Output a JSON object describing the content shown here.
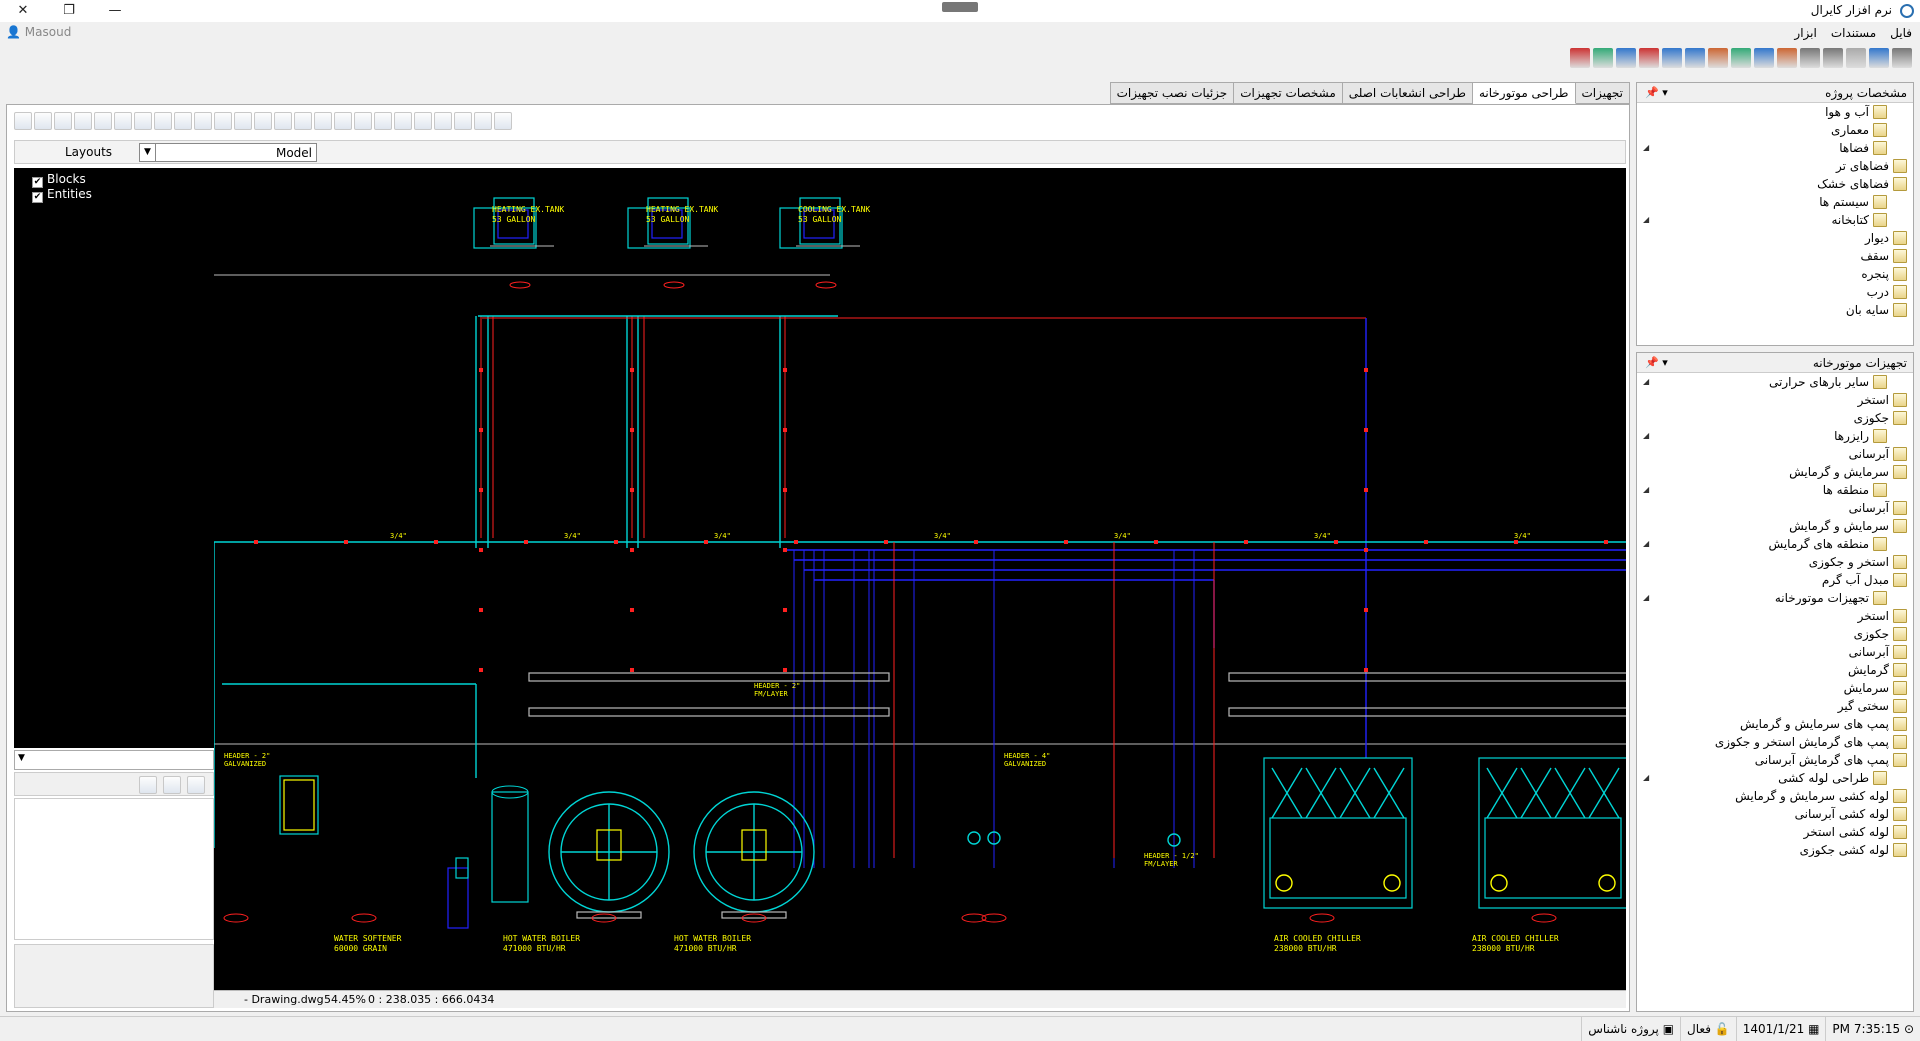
{
  "app": {
    "title": "نرم افزار کایرال",
    "user": "Masoud"
  },
  "menu": [
    "فایل",
    "مستندات",
    "ابزار"
  ],
  "tabs": [
    {
      "label": "تجهیزات",
      "active": false
    },
    {
      "label": "طراحی موتورخانه",
      "active": true
    },
    {
      "label": "طراحی انشعابات اصلی",
      "active": false
    },
    {
      "label": "مشخصات تجهیزات",
      "active": false
    },
    {
      "label": "جزئیات نصب تجهیزات",
      "active": false
    }
  ],
  "cad": {
    "layouts_label": "Layouts",
    "layouts_value": "Model",
    "tree": [
      {
        "label": "Blocks",
        "checked": true
      },
      {
        "label": "Entities",
        "checked": true
      }
    ],
    "status_file": " - Drawing.dwg",
    "status_zoom": "54.45%",
    "status_coords": "0 : 238.035 : 666.0434",
    "tank_labels": [
      [
        "HEATING EX.TANK",
        "53 GALLON"
      ],
      [
        "HEATING EX.TANK",
        "53 GALLON"
      ],
      [
        "COOLING EX.TANK",
        "53 GALLON"
      ]
    ],
    "equipment_labels": [
      [
        "WATER SOFTENER",
        "60000 GRAIN"
      ],
      [
        "HOT WATER BOILER",
        "471000 BTU/HR"
      ],
      [
        "HOT WATER BOILER",
        "471000 BTU/HR"
      ],
      [
        "AIR COOLED CHILLER",
        "238000 BTU/HR"
      ],
      [
        "AIR COOLED CHILLER",
        "238000 BTU/HR"
      ]
    ],
    "header_labels": [
      [
        "HEADER - 2\"",
        "GALVANIZED"
      ],
      [
        "HEADER - 2\"",
        "FM/LAYER"
      ],
      [
        "HEADER - 4\"",
        "GALVANIZED"
      ],
      [
        "HEADER - 1/2\"",
        "FM/LAYER"
      ]
    ]
  },
  "panel_project": {
    "title": "مشخصات پروژه",
    "items": [
      {
        "label": "آب و هوا",
        "level": 0,
        "exp": false
      },
      {
        "label": "معماری",
        "level": 0,
        "exp": false
      },
      {
        "label": "فضاها",
        "level": 0,
        "exp": true
      },
      {
        "label": "فضاهای تر",
        "level": 1,
        "exp": false
      },
      {
        "label": "فضاهای خشک",
        "level": 1,
        "exp": false
      },
      {
        "label": "سیستم ها",
        "level": 0,
        "exp": false
      },
      {
        "label": "کتابخانه",
        "level": 0,
        "exp": true
      },
      {
        "label": "دیوار",
        "level": 1,
        "exp": false
      },
      {
        "label": "سقف",
        "level": 1,
        "exp": false
      },
      {
        "label": "پنجره",
        "level": 1,
        "exp": false
      },
      {
        "label": "درب",
        "level": 1,
        "exp": false
      },
      {
        "label": "سایه بان",
        "level": 1,
        "exp": false
      }
    ]
  },
  "panel_equipment": {
    "title": "تجهیزات موتورخانه",
    "items": [
      {
        "label": "سایر بارهای حرارتی",
        "level": 0,
        "exp": true
      },
      {
        "label": "استخر",
        "level": 1,
        "exp": false
      },
      {
        "label": "جکوزی",
        "level": 1,
        "exp": false
      },
      {
        "label": "رایزرها",
        "level": 0,
        "exp": true
      },
      {
        "label": "آبرسانی",
        "level": 1,
        "exp": false
      },
      {
        "label": "سرمایش و گرمایش",
        "level": 1,
        "exp": false
      },
      {
        "label": "منطقه ها",
        "level": 0,
        "exp": true
      },
      {
        "label": "آبرسانی",
        "level": 1,
        "exp": false
      },
      {
        "label": "سرمایش و گرمایش",
        "level": 1,
        "exp": false
      },
      {
        "label": "منطقه های گرمایش",
        "level": 0,
        "exp": true
      },
      {
        "label": "استخر و جکوزی",
        "level": 1,
        "exp": false
      },
      {
        "label": "مبدل آب گرم",
        "level": 1,
        "exp": false
      },
      {
        "label": "تجهیزات موتورخانه",
        "level": 0,
        "exp": true
      },
      {
        "label": "استخر",
        "level": 1,
        "exp": false
      },
      {
        "label": "جکوزی",
        "level": 1,
        "exp": false
      },
      {
        "label": "آبرسانی",
        "level": 1,
        "exp": false
      },
      {
        "label": "گرمایش",
        "level": 1,
        "exp": false
      },
      {
        "label": "سرمایش",
        "level": 1,
        "exp": false
      },
      {
        "label": "سختی گیر",
        "level": 1,
        "exp": false
      },
      {
        "label": "پمپ های سرمایش و گرمایش",
        "level": 1,
        "exp": false
      },
      {
        "label": "پمپ های گرمایش استخر و جکوزی",
        "level": 1,
        "exp": false
      },
      {
        "label": "پمپ های گرمایش آبرسانی",
        "level": 1,
        "exp": false
      },
      {
        "label": "طراحی لوله کشی",
        "level": 0,
        "exp": true
      },
      {
        "label": "لوله کشی سرمایش و گرمایش",
        "level": 1,
        "exp": false
      },
      {
        "label": "لوله کشی آبرسانی",
        "level": 1,
        "exp": false
      },
      {
        "label": "لوله کشی استخر",
        "level": 1,
        "exp": false
      },
      {
        "label": "لوله کشی جکوزی",
        "level": 1,
        "exp": false
      }
    ]
  },
  "statusbar": {
    "time": "7:35:15 PM",
    "date": "1401/1/21",
    "state": "فعال",
    "project": "پروژه ناشناس"
  },
  "colors": {
    "cad_bg": "#000000",
    "cyan": "#00d5d5",
    "blue": "#2222ff",
    "red": "#ff2020",
    "yellow": "#ffff00"
  }
}
